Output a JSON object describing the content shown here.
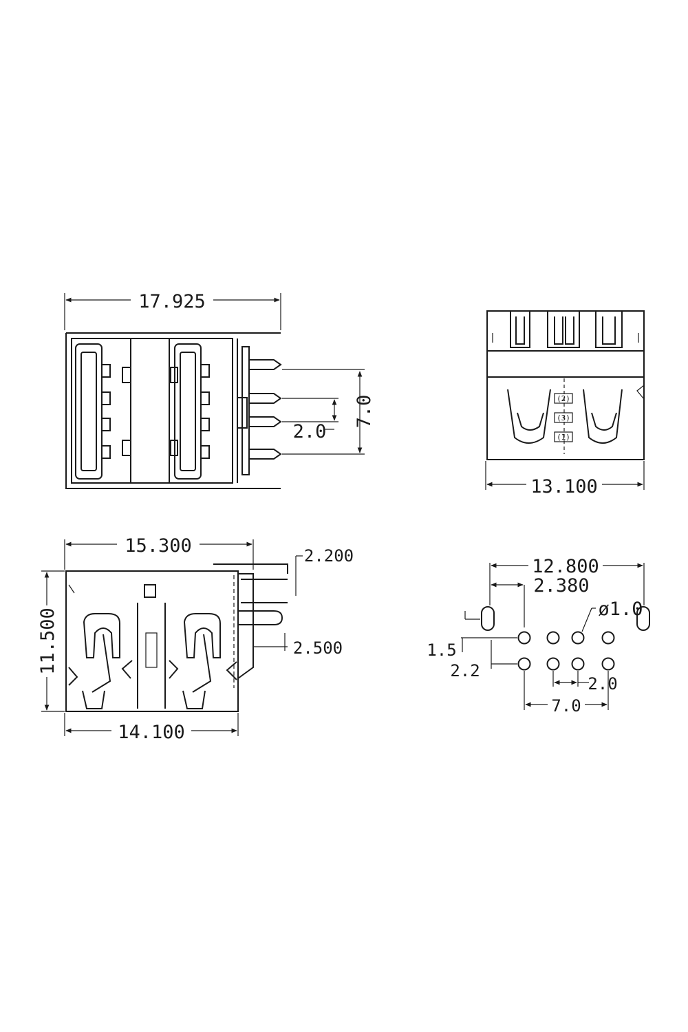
{
  "views": {
    "top": {
      "overall_width": "17.925",
      "pin_span": "7.0",
      "pin_pitch": "2.0"
    },
    "end": {
      "width": "13.100",
      "pin_marks": [
        "(2)",
        "(3)",
        "(1)"
      ]
    },
    "side": {
      "top_width": "15.300",
      "bottom_width": "14.100",
      "height": "11.500",
      "tab_offset": "2.200",
      "leg_offset": "2.500"
    },
    "footprint": {
      "outer_span": "12.800",
      "edge_offset": "2.380",
      "hole_diameter": "ø1.0",
      "row_offset": "1.5",
      "row_pitch": "2.2",
      "pin_pitch": "2.0",
      "pin_span": "7.0"
    }
  }
}
